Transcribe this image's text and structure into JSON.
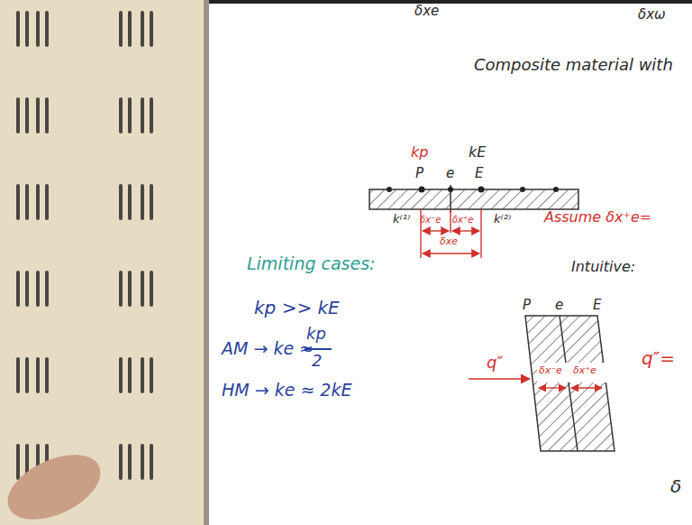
{
  "diagram": {
    "labels": [
      "δxe",
      "δxω",
      "Composite material with",
      "kp",
      "kE",
      "P",
      "e",
      "E",
      "k⁽¹⁾",
      "k⁽²⁾",
      "δx⁻e",
      "δx⁺e",
      "δxe",
      "Assume δx⁺e=",
      "Intuitive:",
      "Limiting cases:",
      "kp >> kE",
      "AM → ke ≈",
      "kp",
      "2",
      "HM → ke ≈ 2kE",
      "P",
      "e",
      "E",
      "q″",
      "δx⁻e",
      "δx⁺e",
      "q″=",
      "δ"
    ]
  }
}
